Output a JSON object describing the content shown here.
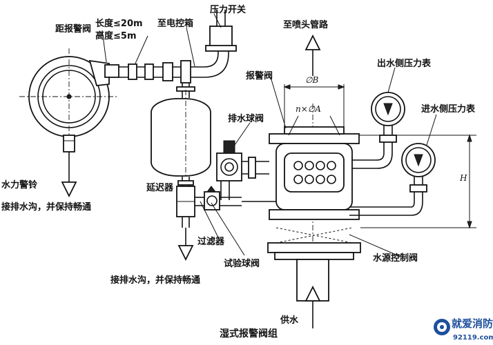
{
  "labels": {
    "alarm_valve_distance": "距报警阀",
    "length_limit": "长度≤20m",
    "height_limit": "高度≤5m",
    "to_control_box": "至电控箱",
    "pressure_switch": "压力开关",
    "to_sprinkler_pipe": "至喷头管路",
    "alarm_valve": "报警阀",
    "diameter_b": "∅B",
    "n_x_diameter_a": "n×∅A",
    "outlet_pressure_gauge": "出水侧压力表",
    "inlet_pressure_gauge": "进水侧压力表",
    "drain_ball_valve": "排水球阀",
    "water_motor_gong": "水力警铃",
    "retard_chamber": "延迟器",
    "drain_note_left": "接排水沟，并保持畅通",
    "strainer": "过滤器",
    "test_ball_valve": "试验球阀",
    "drain_note_bottom": "接排水沟，并保持畅通",
    "source_control_valve": "水源控制阀",
    "water_supply": "供水",
    "height_h": "H"
  },
  "caption": "湿式报警阀组",
  "watermark": {
    "text": "就爱消防",
    "url": "92119.com",
    "color": "#1d4f9c"
  }
}
